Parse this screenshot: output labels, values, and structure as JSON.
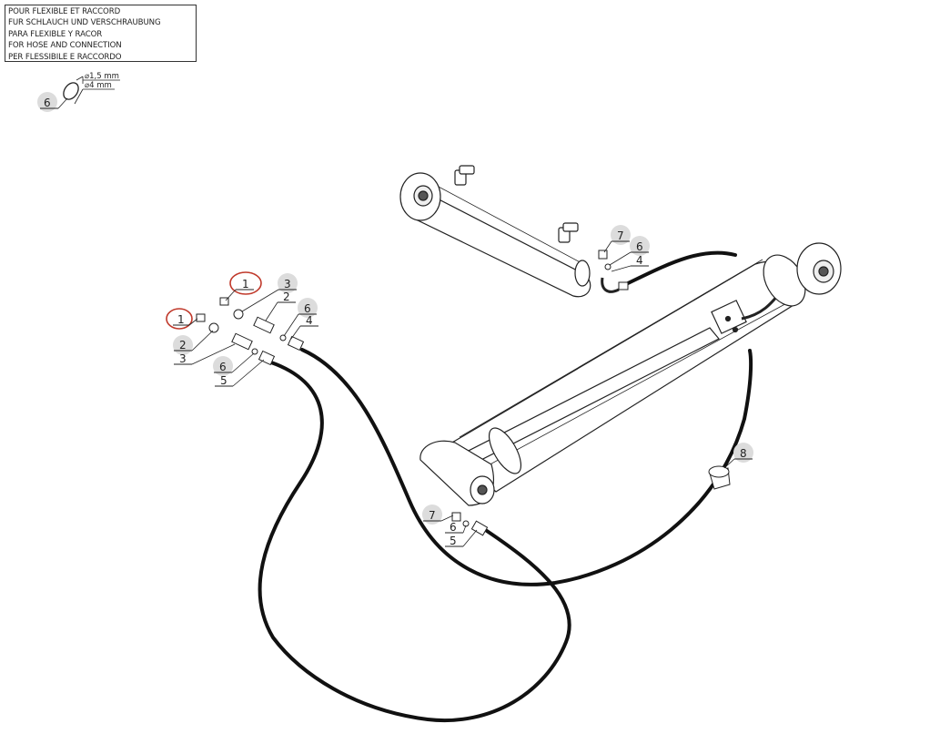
{
  "note_lines": [
    "POUR FLEXIBLE ET RACCORD",
    "FUR SCHLAUCH UND VERSCHRAUBUNG",
    "PARA FLEXIBLE Y RACOR",
    "FOR HOSE AND CONNECTION",
    "PER FLESSIBILE E RACCORDO"
  ],
  "oring_detail": {
    "part": "6",
    "dim_cross_section": "⌀1,5 mm",
    "dim_inner": "⌀4 mm"
  },
  "callouts": {
    "c1a": "1",
    "c1b": "1",
    "c2a": "2",
    "c2b": "2",
    "c3a": "3",
    "c3b": "3",
    "c4a": "4",
    "c4b": "4",
    "c5a": "5",
    "c5b": "5",
    "c6a": "6",
    "c6b": "6",
    "c6c": "6",
    "c6d": "6",
    "c7a": "7",
    "c7b": "7",
    "c8": "8"
  },
  "colors": {
    "highlight_ring": "#c0392b",
    "callout_disc": "#dcdcdc",
    "hose": "#111111",
    "line": "#222222"
  }
}
